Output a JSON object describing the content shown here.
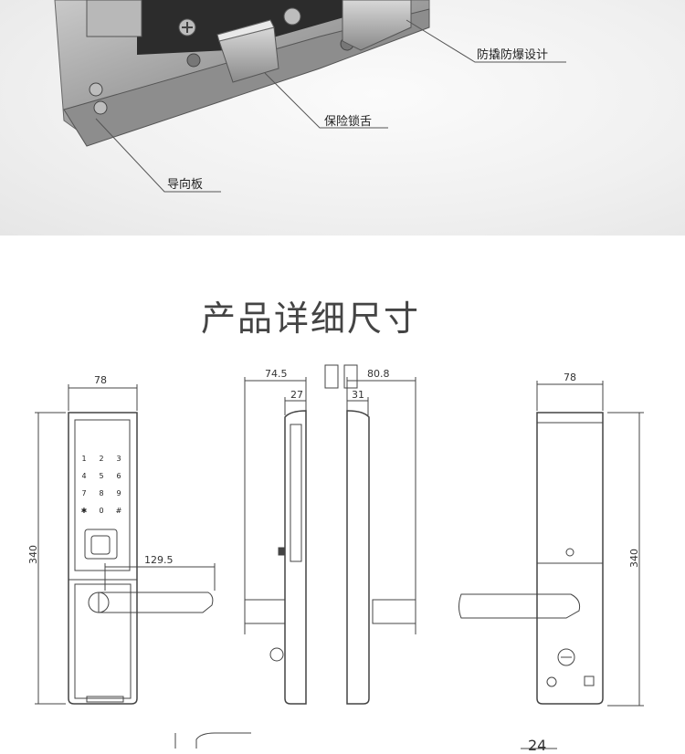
{
  "callouts": {
    "anti_pry": "防撬防爆设计",
    "safety_bolt": "保险锁舌",
    "guide_plate": "导向板"
  },
  "section_title": "产品详细尺寸",
  "dimensions": {
    "front_width": "78",
    "front_height": "340",
    "handle_length": "129.5",
    "side_left_depth": "74.5",
    "side_left_inner": "27",
    "side_right_depth": "80.8",
    "side_right_inner": "31",
    "back_width": "78",
    "back_height": "340",
    "bottom_partial": "24"
  },
  "keypad": [
    "1",
    "2",
    "3",
    "4",
    "5",
    "6",
    "7",
    "8",
    "9",
    "✱",
    "0",
    "#"
  ]
}
